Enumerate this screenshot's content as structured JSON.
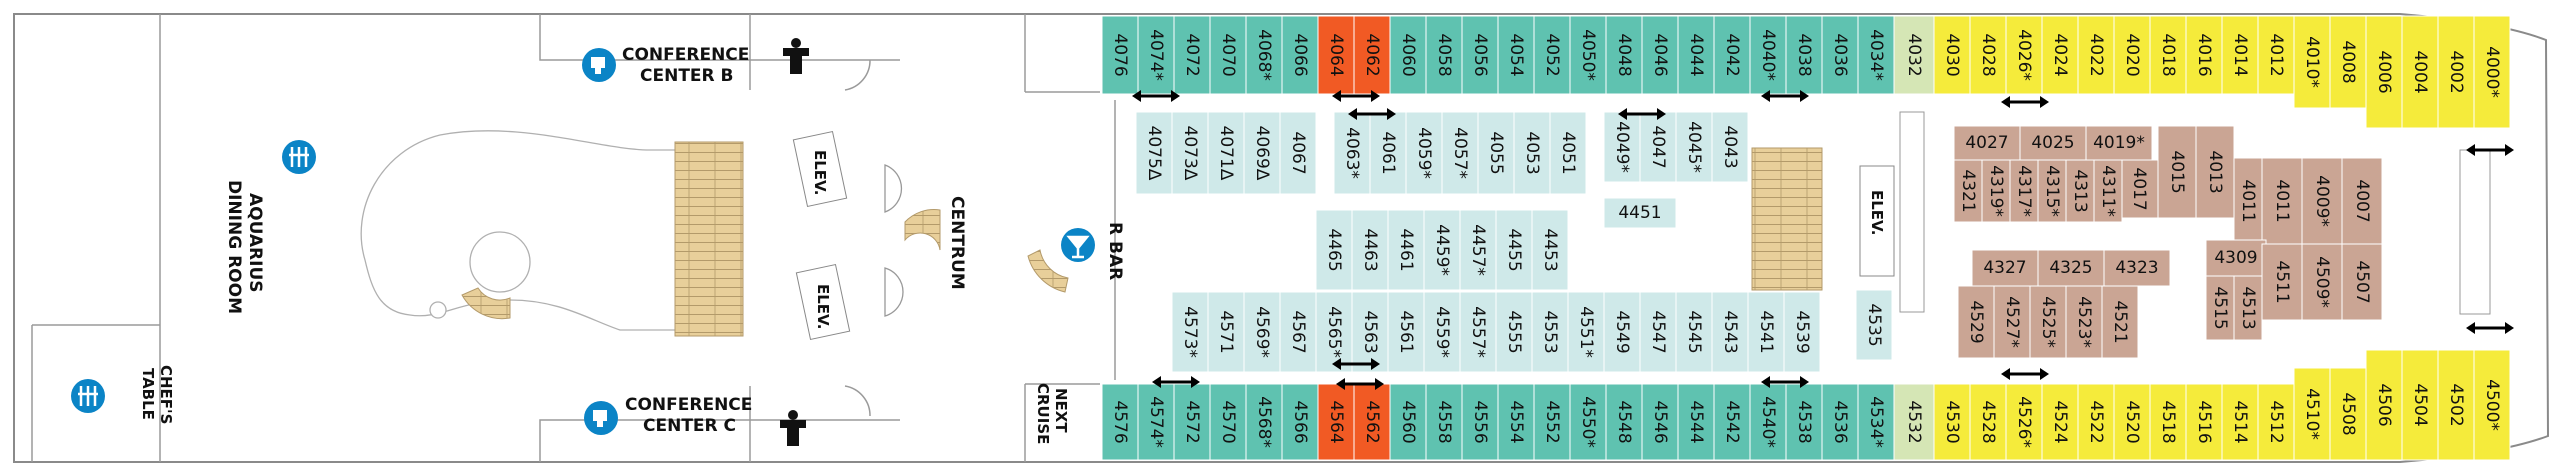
{
  "labels": {
    "conference_b": [
      "CONFERENCE",
      "CENTER B"
    ],
    "conference_c": [
      "CONFERENCE",
      "CENTER C"
    ],
    "aquarius": [
      "AQUARIUS",
      "DINING ROOM"
    ],
    "chefs_table": [
      "CHEF'S",
      "TABLE"
    ],
    "centrum": "CENTRUM",
    "r_bar": "R BAR",
    "next_cruise": [
      "NEXT",
      "CRUISE"
    ],
    "elev": "ELEV."
  },
  "colors": {
    "teal": "#5fc2b0",
    "orange": "#f15a24",
    "yellow": "#f5eb3b",
    "light_teal": "#cfe9e9",
    "brown": "#caa594",
    "green_pale": "#d5e6b5",
    "stairs": "#e8cf9a",
    "icon_blue": "#0b84c6"
  },
  "cabins": {
    "top_teal": [
      "4076",
      "4074*",
      "4072",
      "4070",
      "4068*",
      "4066",
      "4064",
      "4062",
      "4060",
      "4058",
      "4056",
      "4054",
      "4052",
      "4050*",
      "4048",
      "4046",
      "4044",
      "4042",
      "4040*",
      "4038",
      "4036",
      "4034*"
    ],
    "top_special": "4032",
    "top_yellow": [
      "4030",
      "4028",
      "4026*",
      "4024",
      "4022",
      "4020",
      "4018",
      "4016",
      "4014",
      "4012",
      "4010*",
      "4008",
      "4006",
      "4004",
      "4002",
      "4000*"
    ],
    "bottom_teal": [
      "4576",
      "4574*",
      "4572",
      "4570",
      "4568*",
      "4566",
      "4564",
      "4562",
      "4560",
      "4558",
      "4556",
      "4554",
      "4552",
      "4550*",
      "4548",
      "4546",
      "4544",
      "4542",
      "4540*",
      "4538",
      "4536",
      "4534*"
    ],
    "bottom_special": "4532",
    "bottom_yellow": [
      "4530",
      "4528",
      "4526*",
      "4524",
      "4522",
      "4520",
      "4518",
      "4516",
      "4514",
      "4512",
      "4510*",
      "4508",
      "4506",
      "4504",
      "4502",
      "4500*"
    ],
    "inner_row1a": [
      "4075Δ",
      "4073Δ",
      "4071Δ",
      "4069Δ",
      "4067"
    ],
    "inner_row1b": [
      "4063*",
      "4061",
      "4059*",
      "4057*",
      "4055",
      "4053",
      "4051"
    ],
    "inner_row1c": [
      "4049*",
      "4047",
      "4045*",
      "4043"
    ],
    "inner_4451": "4451",
    "inner_row2": [
      "4465",
      "4463",
      "4461",
      "4459*",
      "4457*",
      "4455",
      "4453"
    ],
    "inner_row3": [
      "4573*",
      "4571",
      "4569*",
      "4567",
      "4565*",
      "4563",
      "4561",
      "4559*",
      "4557*",
      "4555",
      "4553",
      "4551*",
      "4549",
      "4547",
      "4545",
      "4543",
      "4541",
      "4539"
    ],
    "inner_4535": "4535",
    "brown_top": [
      "4027",
      "4025",
      "4019*"
    ],
    "brown_4017": "4017",
    "brown_4015": "4015",
    "brown_4013": "4013",
    "brown_row_lower": [
      "4321",
      "4319*",
      "4317*",
      "4315*",
      "4313",
      "4311*"
    ],
    "brown_right_top": [
      "4011",
      "4009*",
      "4007"
    ],
    "brown_mid": [
      "4327",
      "4325",
      "4323"
    ],
    "brown_4309": "4309",
    "brown_right_bottom": [
      "4511",
      "4509*",
      "4507"
    ],
    "brown_bottom": [
      "4529",
      "4527*",
      "4525*",
      "4523*",
      "4521"
    ],
    "brown_4515": "4515",
    "brown_4513": "4513"
  }
}
